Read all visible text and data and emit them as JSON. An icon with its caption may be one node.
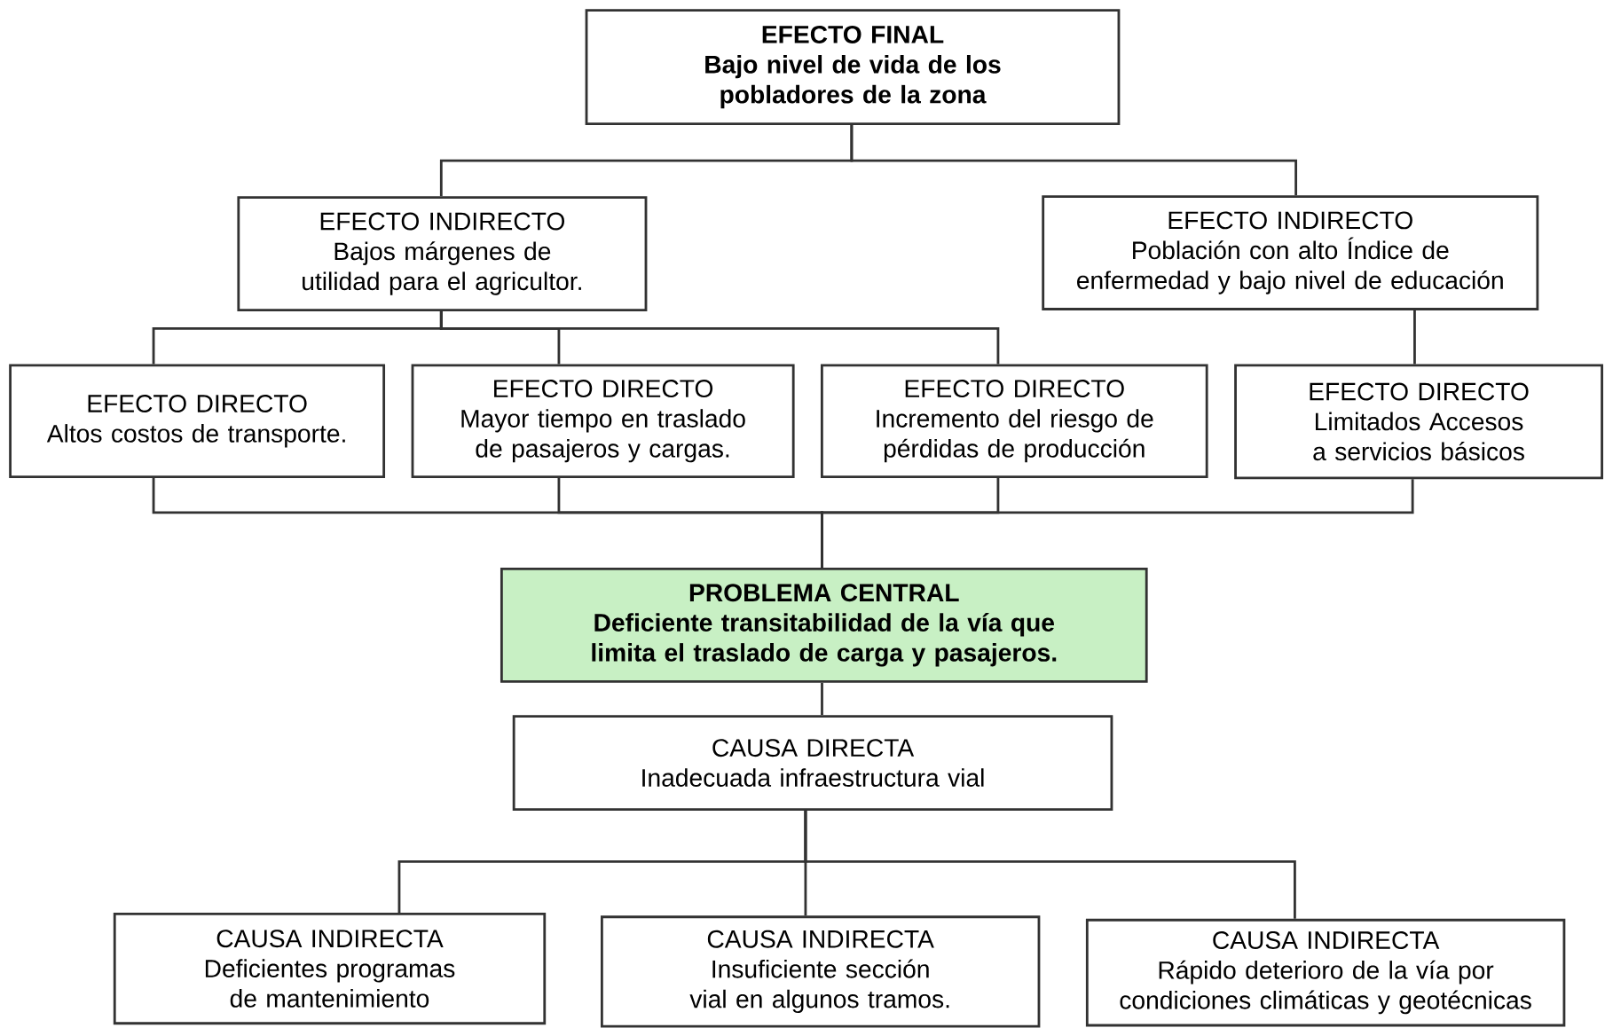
{
  "diagram": {
    "nodes": [
      {
        "text": [
          "EFECTO FINAL",
          "Bajo nivel de vida de los pobladores de la zona"
        ]
      },
      {
        "text": [
          "EFECTO INDIRECTO",
          "Bajos márgenes de utilidad para el agricultor."
        ]
      },
      {
        "text": [
          "EFECTO INDIRECTO",
          "Población con alto Índice de enfermedad y bajo nivel de educación"
        ]
      },
      {
        "text": [
          "EFECTO DIRECTO",
          "Altos costos de transporte."
        ]
      },
      {
        "text": [
          "EFECTO DIRECTO",
          "Mayor tiempo en traslado de pasajeros y cargas."
        ]
      },
      {
        "text": [
          "EFECTO DIRECTO",
          "Incremento del riesgo de pérdidas de producción"
        ]
      },
      {
        "text": [
          "EFECTO DIRECTO",
          "Limitados Accesos a servicios básicos"
        ]
      },
      {
        "text": [
          "PROBLEMA CENTRAL",
          "Deficiente transitabilidad de la vía que limita el traslado de carga y pasajeros."
        ]
      },
      {
        "text": [
          "CAUSA DIRECTA",
          "Inadecuada infraestructura vial"
        ]
      },
      {
        "text": [
          "CAUSA  INDIRECTA",
          "Deficientes programas de mantenimiento"
        ]
      },
      {
        "text": [
          "CAUSA INDIRECTA",
          "Insuficiente sección vial en algunos tramos."
        ]
      },
      {
        "text": [
          "CAUSA INDIRECTA",
          "Rápido deterioro de la vía por condiciones climáticas y geotécnicas"
        ]
      }
    ],
    "edges": [
      {
        "from": 1,
        "to": 0,
        "arrow": "none"
      },
      {
        "from": 2,
        "to": 0,
        "arrow": "none"
      },
      {
        "from": 3,
        "to": 1,
        "arrow": "none"
      },
      {
        "from": 4,
        "to": 1,
        "arrow": "none"
      },
      {
        "from": 5,
        "to": 1,
        "arrow": "none"
      },
      {
        "from": 6,
        "to": 2,
        "arrow": "none"
      },
      {
        "from": 7,
        "to": 3,
        "arrow": "none"
      },
      {
        "from": 7,
        "to": 4,
        "arrow": "none"
      },
      {
        "from": 7,
        "to": 5,
        "arrow": "none"
      },
      {
        "from": 7,
        "to": 6,
        "arrow": "none"
      },
      {
        "from": 8,
        "to": 7,
        "arrow": "none"
      },
      {
        "from": 9,
        "to": 8,
        "arrow": "none"
      },
      {
        "from": 10,
        "to": 8,
        "arrow": "none"
      },
      {
        "from": 11,
        "to": 8,
        "arrow": "none"
      }
    ]
  }
}
